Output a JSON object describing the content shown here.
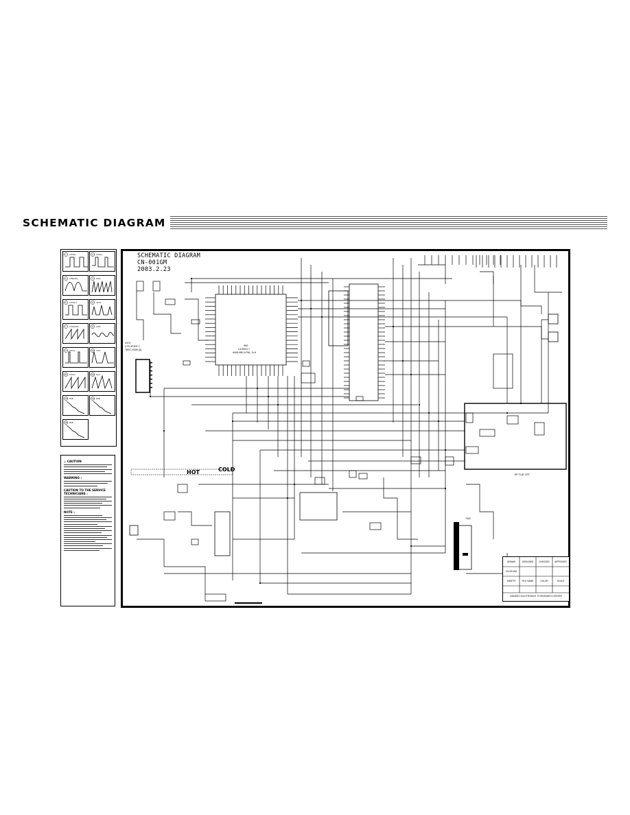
{
  "page": {
    "heading": "SCHEMATIC DIAGRAM"
  },
  "schematic": {
    "title_lines": [
      "SCHEMATIC DIAGRAM",
      "CN-001GM",
      "2003.2.23"
    ],
    "labels": {
      "hot": "HOT",
      "cold": "COLD",
      "main_ic_ref": "I501",
      "main_ic_part": "LA76931-7",
      "main_ic_desc": "AN5195K-N  PAL, N-H",
      "tuner": "U101",
      "tuner_model": "VTS-4F2DF-T",
      "tuner_model2": "TAEC-H006 (A)",
      "fbt": "T402",
      "flat_crt": "RF FLAT CRT"
    },
    "title_block": {
      "row1": [
        "DRAWN",
        "DESIGNED",
        "CHECKED",
        "APPROVED"
      ],
      "row2": [
        "CN-001GM",
        "",
        "",
        ""
      ],
      "row3": [
        "SHEETS",
        "FILE NAME",
        "COLOR",
        "SCALE"
      ],
      "footer": "DAEWOO ELECTRONICS TV RESEARCH CENTER"
    }
  },
  "caution_panel": {
    "caution_heading": "CAUTION",
    "warning_heading": "WARNING :",
    "service_heading": "CAUTION TO THE SERVICE TECHNICIANS :",
    "note_heading": "NOTE :"
  },
  "waveforms": [
    {
      "id": "1",
      "label": "H-Pulse"
    },
    {
      "id": "2",
      "label": "V-Pulse"
    },
    {
      "id": "3",
      "label": "H-Blanking"
    },
    {
      "id": "4",
      "label": "Video"
    },
    {
      "id": "5",
      "label": "H-Pulse 2"
    },
    {
      "id": "6",
      "label": "Vdrive"
    },
    {
      "id": "7",
      "label": "H-Sawtooth"
    },
    {
      "id": "8",
      "label": "Audio"
    },
    {
      "id": "9",
      "label": "V.Drive"
    },
    {
      "id": "10",
      "label": "V.Out"
    },
    {
      "id": "11",
      "label": "H.Drive"
    },
    {
      "id": "12",
      "label": "Sync"
    },
    {
      "id": "13",
      "label": "RGB"
    },
    {
      "id": "14",
      "label": "RGB"
    },
    {
      "id": "15",
      "label": "RGB"
    }
  ]
}
